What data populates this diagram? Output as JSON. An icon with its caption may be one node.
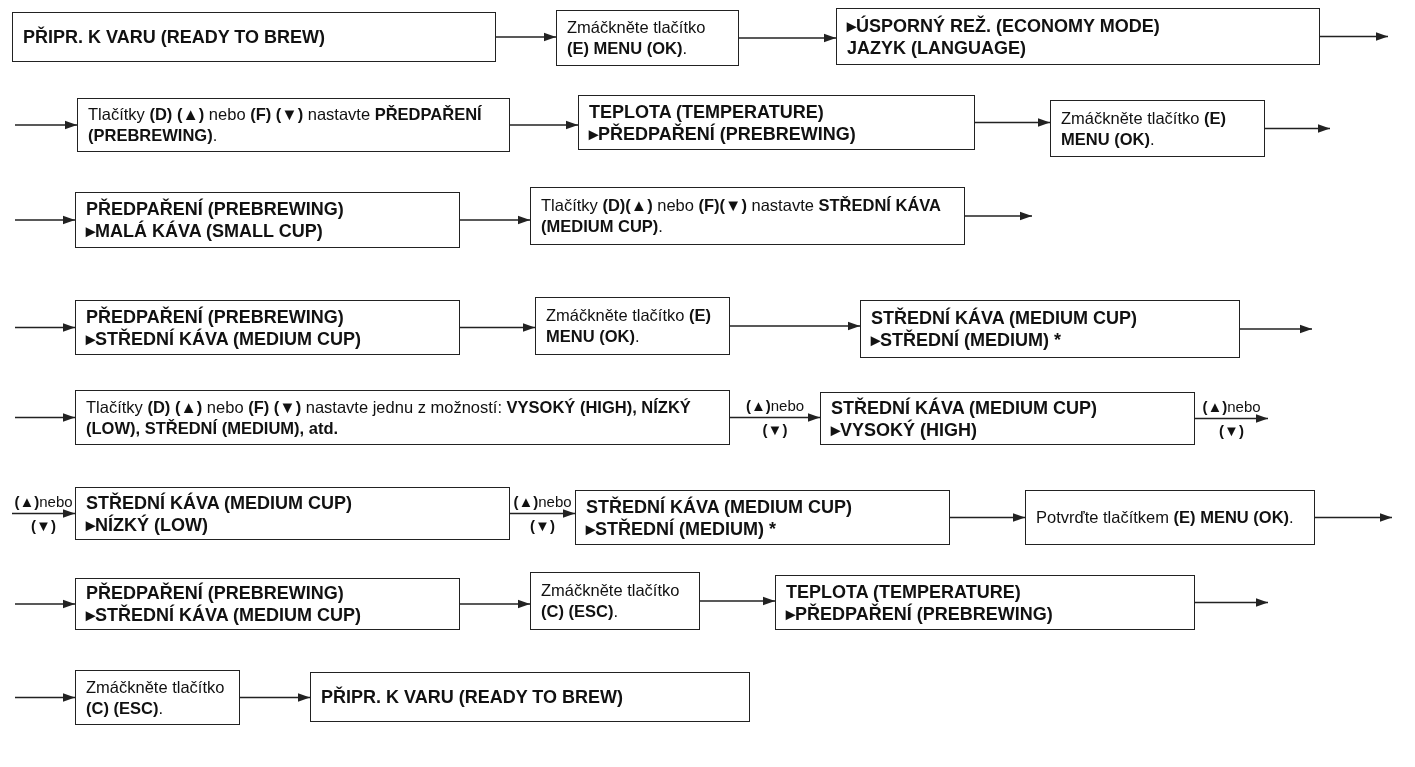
{
  "diagram": {
    "nodes": [
      {
        "text": [
          "PŘIPR. K VARU (READY TO BREW)"
        ]
      },
      {
        "text": [
          "Zmáčkněte tlačítko **(E) MENU (OK)**."
        ]
      },
      {
        "text": [
          "▸ÚSPORNÝ REŽ. (ECONOMY MODE)",
          "JAZYK (LANGUAGE)"
        ]
      },
      {
        "text": [
          "Tlačítky **(D)** **(▲)** nebo **(F)** **(▼)** nastavte **PŘEDPAŘENÍ (PREBREWING)**."
        ]
      },
      {
        "text": [
          "TEPLOTA (TEMPERATURE)",
          "▸PŘEDPAŘENÍ (PREBREWING)"
        ]
      },
      {
        "text": [
          "Zmáčkněte tlačítko **(E) MENU (OK)**."
        ]
      },
      {
        "text": [
          "PŘEDPAŘENÍ (PREBREWING)",
          "▸MALÁ KÁVA (SMALL CUP)"
        ]
      },
      {
        "text": [
          "Tlačítky **(D)(▲)** nebo **(F)(▼)** nastavte **STŘEDNÍ KÁVA (MEDIUM CUP)**."
        ]
      },
      {
        "text": [
          "PŘEDPAŘENÍ (PREBREWING)",
          "▸STŘEDNÍ KÁVA (MEDIUM CUP)"
        ]
      },
      {
        "text": [
          "Zmáčkněte tlačítko **(E) MENU (OK)**."
        ]
      },
      {
        "text": [
          "STŘEDNÍ KÁVA (MEDIUM CUP)",
          "▸STŘEDNÍ (MEDIUM) *"
        ]
      },
      {
        "text": [
          "Tlačítky **(D)** **(▲)** nebo **(F)** **(▼)** nastavte jednu z možností: **VYSOKÝ (HIGH), NÍZKÝ (LOW), STŘEDNÍ (MEDIUM), atd.**"
        ]
      },
      {
        "text": [
          "STŘEDNÍ KÁVA (MEDIUM CUP)",
          "▸VYSOKÝ (HIGH)"
        ]
      },
      {
        "text": [
          "STŘEDNÍ KÁVA (MEDIUM CUP)",
          "▸NÍZKÝ (LOW)"
        ]
      },
      {
        "text": [
          "STŘEDNÍ KÁVA (MEDIUM CUP)",
          "▸STŘEDNÍ (MEDIUM) *"
        ]
      },
      {
        "text": [
          "Potvrďte tlačítkem **(E) MENU (OK)**."
        ]
      },
      {
        "text": [
          "PŘEDPAŘENÍ (PREBREWING)",
          "▸STŘEDNÍ KÁVA (MEDIUM CUP)"
        ]
      },
      {
        "text": [
          "Zmáčkněte tlačítko **(C) (ESC)**."
        ]
      },
      {
        "text": [
          "TEPLOTA (TEMPERATURE)",
          "▸PŘEDPAŘENÍ (PREBREWING)"
        ]
      },
      {
        "text": [
          "Zmáčkněte tlačítko **(C) (ESC)**."
        ]
      },
      {
        "text": [
          "PŘIPR. K VARU (READY TO BREW)"
        ]
      }
    ],
    "edges": [
      {
        "from": 0,
        "to": 1,
        "arrow": "to"
      },
      {
        "from": 1,
        "to": 2,
        "arrow": "to"
      },
      {
        "from": 2,
        "to": null,
        "arrow": "to"
      },
      {
        "from": null,
        "to": 3,
        "arrow": "to"
      },
      {
        "from": 3,
        "to": 4,
        "arrow": "to"
      },
      {
        "from": 4,
        "to": 5,
        "arrow": "to"
      },
      {
        "from": 5,
        "to": null,
        "arrow": "to"
      },
      {
        "from": null,
        "to": 6,
        "arrow": "to"
      },
      {
        "from": 6,
        "to": 7,
        "arrow": "to"
      },
      {
        "from": 7,
        "to": null,
        "arrow": "to"
      },
      {
        "from": null,
        "to": 8,
        "arrow": "to"
      },
      {
        "from": 8,
        "to": 9,
        "arrow": "to"
      },
      {
        "from": 9,
        "to": 10,
        "arrow": "to"
      },
      {
        "from": 10,
        "to": null,
        "arrow": "to"
      },
      {
        "from": null,
        "to": 11,
        "arrow": "to"
      },
      {
        "from": 11,
        "to": 12,
        "arrow": "to",
        "label": "**(▲)**nebo **(▼)**"
      },
      {
        "from": 12,
        "to": null,
        "arrow": "to",
        "label": "**(▲)**nebo **(▼)**"
      },
      {
        "from": null,
        "to": 13,
        "arrow": "to",
        "label": "**(▲)**nebo **(▼)**"
      },
      {
        "from": 13,
        "to": 14,
        "arrow": "to",
        "label": "**(▲)**nebo **(▼)**"
      },
      {
        "from": 14,
        "to": 15,
        "arrow": "to"
      },
      {
        "from": 15,
        "to": null,
        "arrow": "to"
      },
      {
        "from": null,
        "to": 16,
        "arrow": "to"
      },
      {
        "from": 16,
        "to": 17,
        "arrow": "to"
      },
      {
        "from": 17,
        "to": 18,
        "arrow": "to"
      },
      {
        "from": 18,
        "to": null,
        "arrow": "to"
      },
      {
        "from": null,
        "to": 19,
        "arrow": "to"
      },
      {
        "from": 19,
        "to": 20,
        "arrow": "to"
      }
    ]
  }
}
